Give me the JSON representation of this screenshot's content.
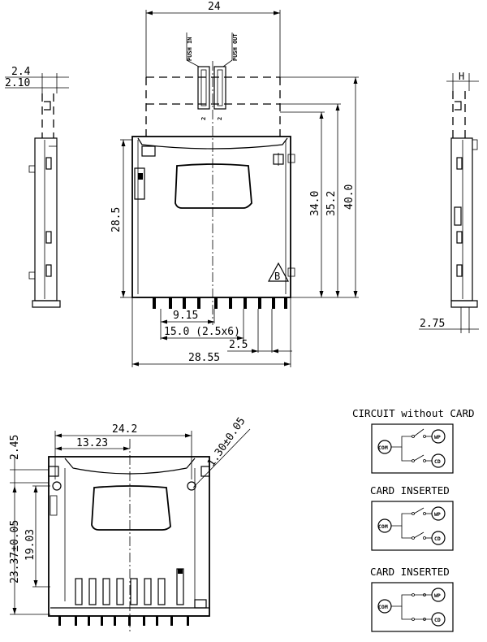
{
  "top_view": {
    "width_24": "24",
    "push_in": "PUSH IN",
    "push_out": "PUSH OUT",
    "pos_left": "2",
    "pos_right": "2",
    "dim_28_5": "28.5",
    "dim_34_0": "34.0",
    "dim_35_2": "35.2",
    "dim_40_0": "40.0",
    "dim_9_15": "9.15",
    "dim_15_0": "15.0 (2.5x6)",
    "dim_2_5": "2.5",
    "dim_28_55": "28.55",
    "mark_b": "B"
  },
  "left_view": {
    "dim_2_4": "2.4",
    "dim_2_10": "2.10"
  },
  "right_view": {
    "dim_h": "H",
    "dim_2_75": "2.75"
  },
  "bottom_view": {
    "dim_24_2": "24.2",
    "dim_13_23": "13.23",
    "dim_2_45": "2.45",
    "dim_1_30": "1.30±0.05",
    "dim_23_37": "23.37±0.05",
    "dim_19_03": "19.03"
  },
  "circuits": [
    {
      "title": "CIRCUIT without CARD",
      "com": "COM",
      "wp": "WP",
      "cd": "CD"
    },
    {
      "title": "CARD INSERTED",
      "com": "COM",
      "wp": "WP",
      "cd": "CD"
    },
    {
      "title": "CARD INSERTED",
      "com": "COM",
      "wp": "WP",
      "cd": "CD"
    }
  ]
}
